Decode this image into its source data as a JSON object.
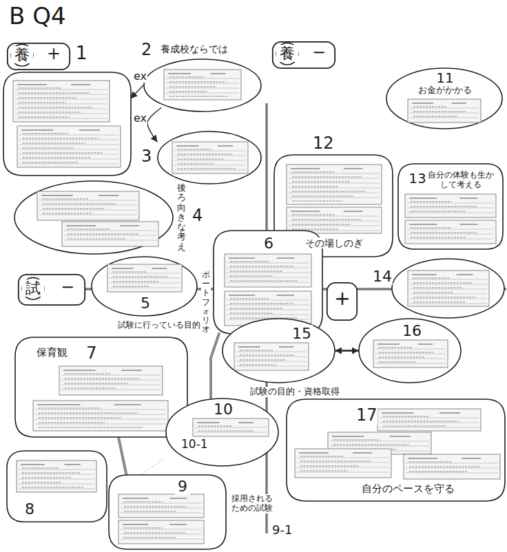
{
  "diagram": {
    "title": "B Q4",
    "nodes": [
      {
        "text": [
          "養",
          "+"
        ]
      },
      {
        "text": [
          "1"
        ]
      },
      {
        "text": [
          "2",
          "養成校ならでは"
        ]
      },
      {
        "text": [
          "養",
          "−"
        ]
      },
      {
        "text": [
          "11",
          "お金がかかる"
        ]
      },
      {
        "text": [
          "3"
        ]
      },
      {
        "text": [
          "12",
          "その場しのぎ"
        ]
      },
      {
        "text": [
          "13",
          "自分の体験も生かして考える"
        ]
      },
      {
        "text": [
          "4",
          "後ろ向きな考え"
        ]
      },
      {
        "text": [
          "試",
          "−"
        ]
      },
      {
        "text": [
          "5"
        ]
      },
      {
        "text": [
          "6",
          "ポートフォリオ"
        ]
      },
      {
        "text": [
          "+"
        ]
      },
      {
        "text": [
          "14"
        ]
      },
      {
        "text": [
          "7",
          "保育観"
        ]
      },
      {
        "text": [
          "15",
          "試験の目的・資格取得"
        ]
      },
      {
        "text": [
          "16"
        ]
      },
      {
        "text": [
          "10",
          "10-1"
        ]
      },
      {
        "text": [
          "17",
          "自分のペースを守る"
        ]
      },
      {
        "text": [
          "8"
        ]
      },
      {
        "text": [
          "9",
          "採用されるための試験"
        ]
      }
    ],
    "edges": [
      {
        "from": 2,
        "to": 1,
        "arrow": "to",
        "label": "ex"
      },
      {
        "from": 2,
        "to": 5,
        "arrow": "to",
        "label": "ex"
      },
      {
        "from": 15,
        "to": 16,
        "arrow": "both"
      },
      {
        "from": 14,
        "to": 20,
        "arrow": "none"
      },
      {
        "from": 11,
        "to": 17,
        "arrow": "none"
      }
    ],
    "labels": [
      "試験に行っている目的",
      "9-1"
    ]
  }
}
